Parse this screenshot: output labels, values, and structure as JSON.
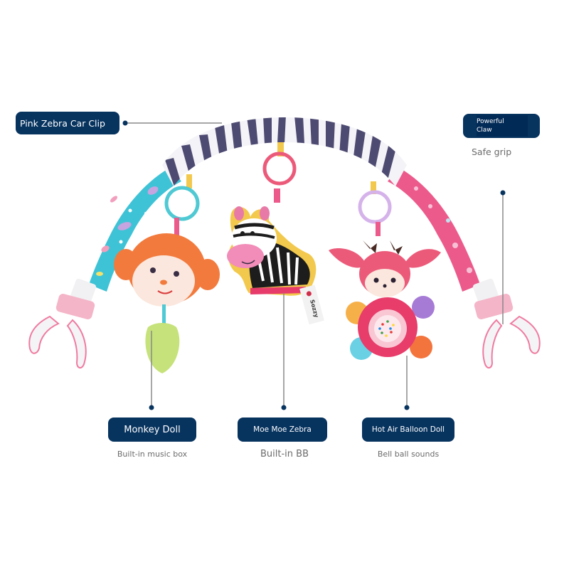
{
  "product": {
    "title_label": "Pink Zebra Car Clip",
    "colors": {
      "label_bg": "#07335f",
      "label_text": "#ffffff",
      "sub_text": "#6b6b6b",
      "connector": "#8a8a8a",
      "zebra_stripe": "#4e4b72",
      "teal_arm": "#3ec3d6",
      "pink_arm": "#ec5a8c"
    }
  },
  "callouts": [
    {
      "id": "clip",
      "label": "Pink Zebra Car Clip",
      "sub": ""
    },
    {
      "id": "claw",
      "label": "Powerful Claw",
      "label_line1": "Powerful",
      "label_line2": "Claw",
      "sub": "Safe grip"
    },
    {
      "id": "monkey",
      "label": "Monkey Doll",
      "sub": "Built-in music box"
    },
    {
      "id": "zebra",
      "label": "Moe Moe Zebra",
      "sub": "Built-in BB"
    },
    {
      "id": "deer",
      "label": "Hot Air Balloon Doll",
      "sub": "Bell ball sounds"
    }
  ],
  "brand_tag": "Sozzy",
  "icons": {
    "connector_dot": "dot-icon",
    "ladybug": "ladybug-icon"
  }
}
